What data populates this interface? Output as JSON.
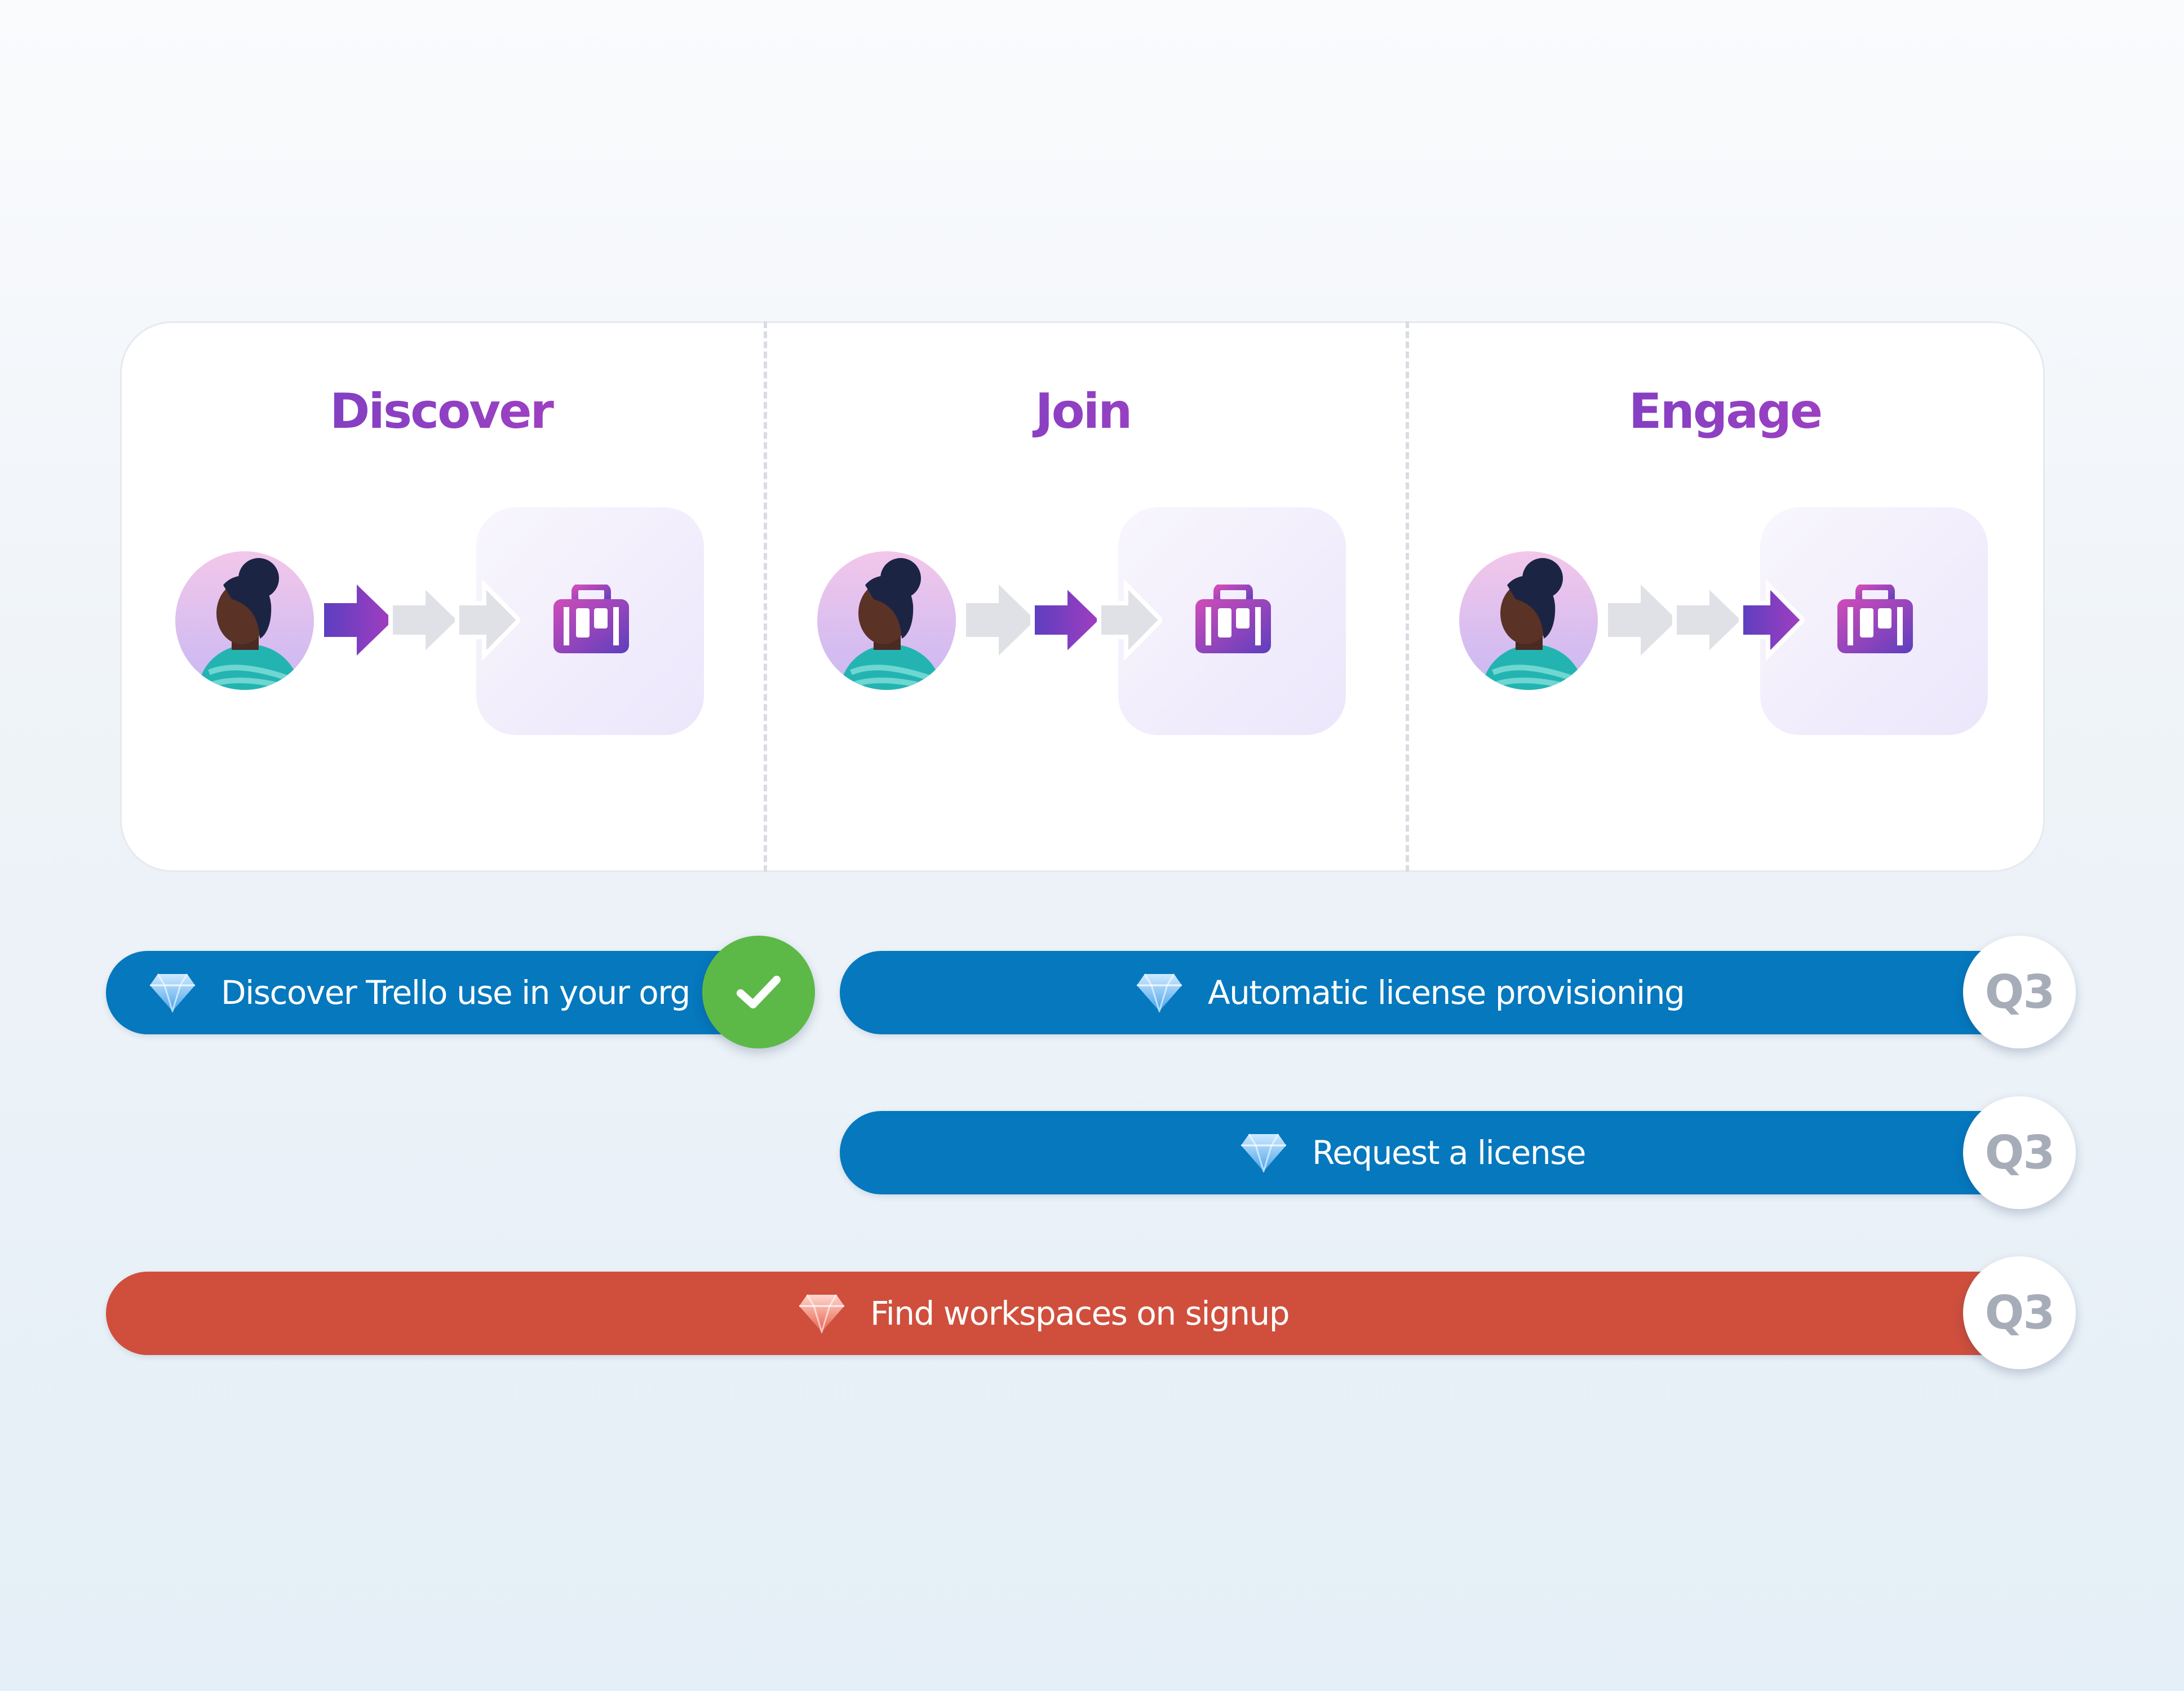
{
  "stages": [
    {
      "title": "Discover",
      "active_arrow": 1
    },
    {
      "title": "Join",
      "active_arrow": 2
    },
    {
      "title": "Engage",
      "active_arrow": 3
    }
  ],
  "features": [
    {
      "label": "Discover Trello use in your org",
      "color": "#0578be",
      "gem": "blue-diamond-icon",
      "status": "done",
      "status_icon": "checkmark-icon"
    },
    {
      "label": "Automatic license provisioning",
      "color": "#0578be",
      "gem": "blue-diamond-icon",
      "status": "Q3"
    },
    {
      "label": "Request a license",
      "color": "#0578be",
      "gem": "blue-diamond-icon",
      "status": "Q3"
    },
    {
      "label": "Find workspaces on signup",
      "color": "#cf4f3c",
      "gem": "red-diamond-icon",
      "status": "Q3"
    }
  ],
  "colors": {
    "title_gradient": [
      "#6a3fc4",
      "#b640c0"
    ],
    "active_arrow": [
      "#5b3fc0",
      "#a43dc0"
    ],
    "inactive_arrow": "#dfe1e6",
    "blue_pill": "#0578be",
    "red_pill": "#cf4f3c",
    "done_badge": "#5cb947",
    "quarter_text": "#a7adb8"
  }
}
